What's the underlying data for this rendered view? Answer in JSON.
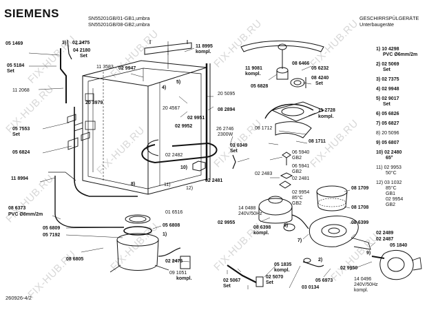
{
  "header": {
    "brand": "SIEMENS",
    "models": [
      "SN55201GB/01-GB1,umbra",
      "SN55201GB/08-GB2,umbra"
    ],
    "category": [
      "GESCHIRRSPÜLGERÄTE",
      "Unterbaugeräte"
    ]
  },
  "legend": [
    {
      "ref": "1)",
      "lines": [
        "10 4298",
        "PVC Ø6mm/2m"
      ]
    },
    {
      "ref": "2)",
      "lines": [
        "02 5069",
        "Set"
      ]
    },
    {
      "ref": "3)",
      "lines": [
        "02 7375"
      ]
    },
    {
      "ref": "4)",
      "lines": [
        "02 9948"
      ]
    },
    {
      "ref": "5)",
      "lines": [
        "02 9017",
        "Set"
      ]
    },
    {
      "ref": "6)",
      "lines": [
        "05 6826"
      ]
    },
    {
      "ref": "7)",
      "lines": [
        "05 6827"
      ]
    },
    {
      "ref": "8)",
      "lines": [
        "20 5096"
      ]
    },
    {
      "ref": "9)",
      "lines": [
        "05 6807"
      ]
    },
    {
      "ref": "10)",
      "lines": [
        "02 2480",
        "65°"
      ]
    },
    {
      "ref": "11)",
      "lines": [
        "02 9953",
        "50°C"
      ]
    },
    {
      "ref": "12)",
      "lines": [
        "03 1032",
        "85°C",
        "GB1",
        "02 9954",
        "GB2"
      ]
    }
  ],
  "part_labels": [
    {
      "id": "p051469",
      "text": "05 1469"
    },
    {
      "id": "p3",
      "text": "3)"
    },
    {
      "id": "p022475a",
      "text": "02 2475"
    },
    {
      "id": "p042180",
      "text": "04 2180"
    },
    {
      "id": "pset1",
      "text": "Set"
    },
    {
      "id": "p118995",
      "text": "11 8995"
    },
    {
      "id": "pkompl1",
      "text": "kompl."
    },
    {
      "id": "p055184",
      "text": "05 5184"
    },
    {
      "id": "pset2",
      "text": "Set"
    },
    {
      "id": "p113583",
      "text": "11 3583"
    },
    {
      "id": "p029947",
      "text": "02 9947"
    },
    {
      "id": "p112068",
      "text": "11 2068"
    },
    {
      "id": "p4",
      "text": "4)"
    },
    {
      "id": "p5",
      "text": "5)"
    },
    {
      "id": "p205095",
      "text": "20 5095"
    },
    {
      "id": "p203979",
      "text": "20 3979"
    },
    {
      "id": "p204567",
      "text": "20 4567"
    },
    {
      "id": "p029951",
      "text": "02 9951"
    },
    {
      "id": "p082894",
      "text": "08 2894"
    },
    {
      "id": "p029952",
      "text": "02 9952"
    },
    {
      "id": "p057553",
      "text": "05 7553"
    },
    {
      "id": "pset3",
      "text": "Set"
    },
    {
      "id": "p262746",
      "text": "26 2746"
    },
    {
      "id": "p2300w",
      "text": "2300W"
    },
    {
      "id": "p056824",
      "text": "05 6824"
    },
    {
      "id": "p030349",
      "text": "03 0349"
    },
    {
      "id": "pset4",
      "text": "Set"
    },
    {
      "id": "p022482",
      "text": "02 2482"
    },
    {
      "id": "p10",
      "text": "10)"
    },
    {
      "id": "p118994",
      "text": "11 8994"
    },
    {
      "id": "p022481a",
      "text": "02 2481"
    },
    {
      "id": "p11",
      "text": "11)"
    },
    {
      "id": "p12",
      "text": "12)"
    },
    {
      "id": "p8",
      "text": "8)"
    },
    {
      "id": "p016516",
      "text": "01 6516"
    },
    {
      "id": "p086373",
      "text": "08 6373"
    },
    {
      "id": "ppvc8",
      "text": "PVC Ø8mm/2m"
    },
    {
      "id": "p056809",
      "text": "05 6809"
    },
    {
      "id": "p056808",
      "text": "05 6808"
    },
    {
      "id": "p057192",
      "text": "05 7192"
    },
    {
      "id": "p1a",
      "text": "1)"
    },
    {
      "id": "p022475b",
      "text": "02 2475"
    },
    {
      "id": "p086805",
      "text": "08 6805"
    },
    {
      "id": "p091051",
      "text": "09 1051"
    },
    {
      "id": "pkompl2",
      "text": "kompl."
    },
    {
      "id": "p086466",
      "text": "08 6466"
    },
    {
      "id": "p119081",
      "text": "11 9081"
    },
    {
      "id": "pkompl3",
      "text": "kompl."
    },
    {
      "id": "p056232",
      "text": "05 6232"
    },
    {
      "id": "p084240",
      "text": "08 4240"
    },
    {
      "id": "pset5",
      "text": "Set"
    },
    {
      "id": "p056828",
      "text": "05 6828"
    },
    {
      "id": "p112728",
      "text": "11 2728"
    },
    {
      "id": "pkompl4",
      "text": "kompl."
    },
    {
      "id": "p081712",
      "text": "08 1712"
    },
    {
      "id": "p081711",
      "text": "08 1711"
    },
    {
      "id": "p065940",
      "text": "06 5940"
    },
    {
      "id": "pgb2a",
      "text": "GB2"
    },
    {
      "id": "p065941",
      "text": "06 5941"
    },
    {
      "id": "pgb2b",
      "text": "GB2"
    },
    {
      "id": "p022483",
      "text": "02 2483"
    },
    {
      "id": "p022481b",
      "text": "02 2481"
    },
    {
      "id": "p029954",
      "text": "02 9954"
    },
    {
      "id": "p85c",
      "text": "85°C"
    },
    {
      "id": "pgb2c",
      "text": "GB2"
    },
    {
      "id": "p081709",
      "text": "08 1709"
    },
    {
      "id": "p081708",
      "text": "08 1708"
    },
    {
      "id": "p140488",
      "text": "14 0488"
    },
    {
      "id": "p240v1",
      "text": "240V/50Hz"
    },
    {
      "id": "p029955",
      "text": "02 9955"
    },
    {
      "id": "p086398",
      "text": "08 6398"
    },
    {
      "id": "pkompl5",
      "text": "kompl."
    },
    {
      "id": "p086399",
      "text": "08 6399"
    },
    {
      "id": "p6",
      "text": "6)"
    },
    {
      "id": "p7",
      "text": "7)"
    },
    {
      "id": "p022489",
      "text": "02 2489"
    },
    {
      "id": "p022487",
      "text": "02 2487"
    },
    {
      "id": "p051840",
      "text": "05 1840"
    },
    {
      "id": "p9",
      "text": "9)"
    },
    {
      "id": "p2",
      "text": "2)"
    },
    {
      "id": "p029950",
      "text": "02 9950"
    },
    {
      "id": "p051835",
      "text": "05 1835"
    },
    {
      "id": "pkompl6",
      "text": "kompl."
    },
    {
      "id": "p025067",
      "text": "02 5067"
    },
    {
      "id": "pset6",
      "text": "Set"
    },
    {
      "id": "p025070",
      "text": "02 5070"
    },
    {
      "id": "pset7",
      "text": "Set"
    },
    {
      "id": "p030134",
      "text": "03 0134"
    },
    {
      "id": "p056973",
      "text": "05 6973"
    },
    {
      "id": "p140496",
      "text": "14 0496"
    },
    {
      "id": "p240v2",
      "text": "240V/50Hz"
    },
    {
      "id": "pkompl7",
      "text": "kompl."
    }
  ],
  "watermark": "FIX-HUB.RU",
  "footer": {
    "doc_number": "260926-4/2"
  }
}
